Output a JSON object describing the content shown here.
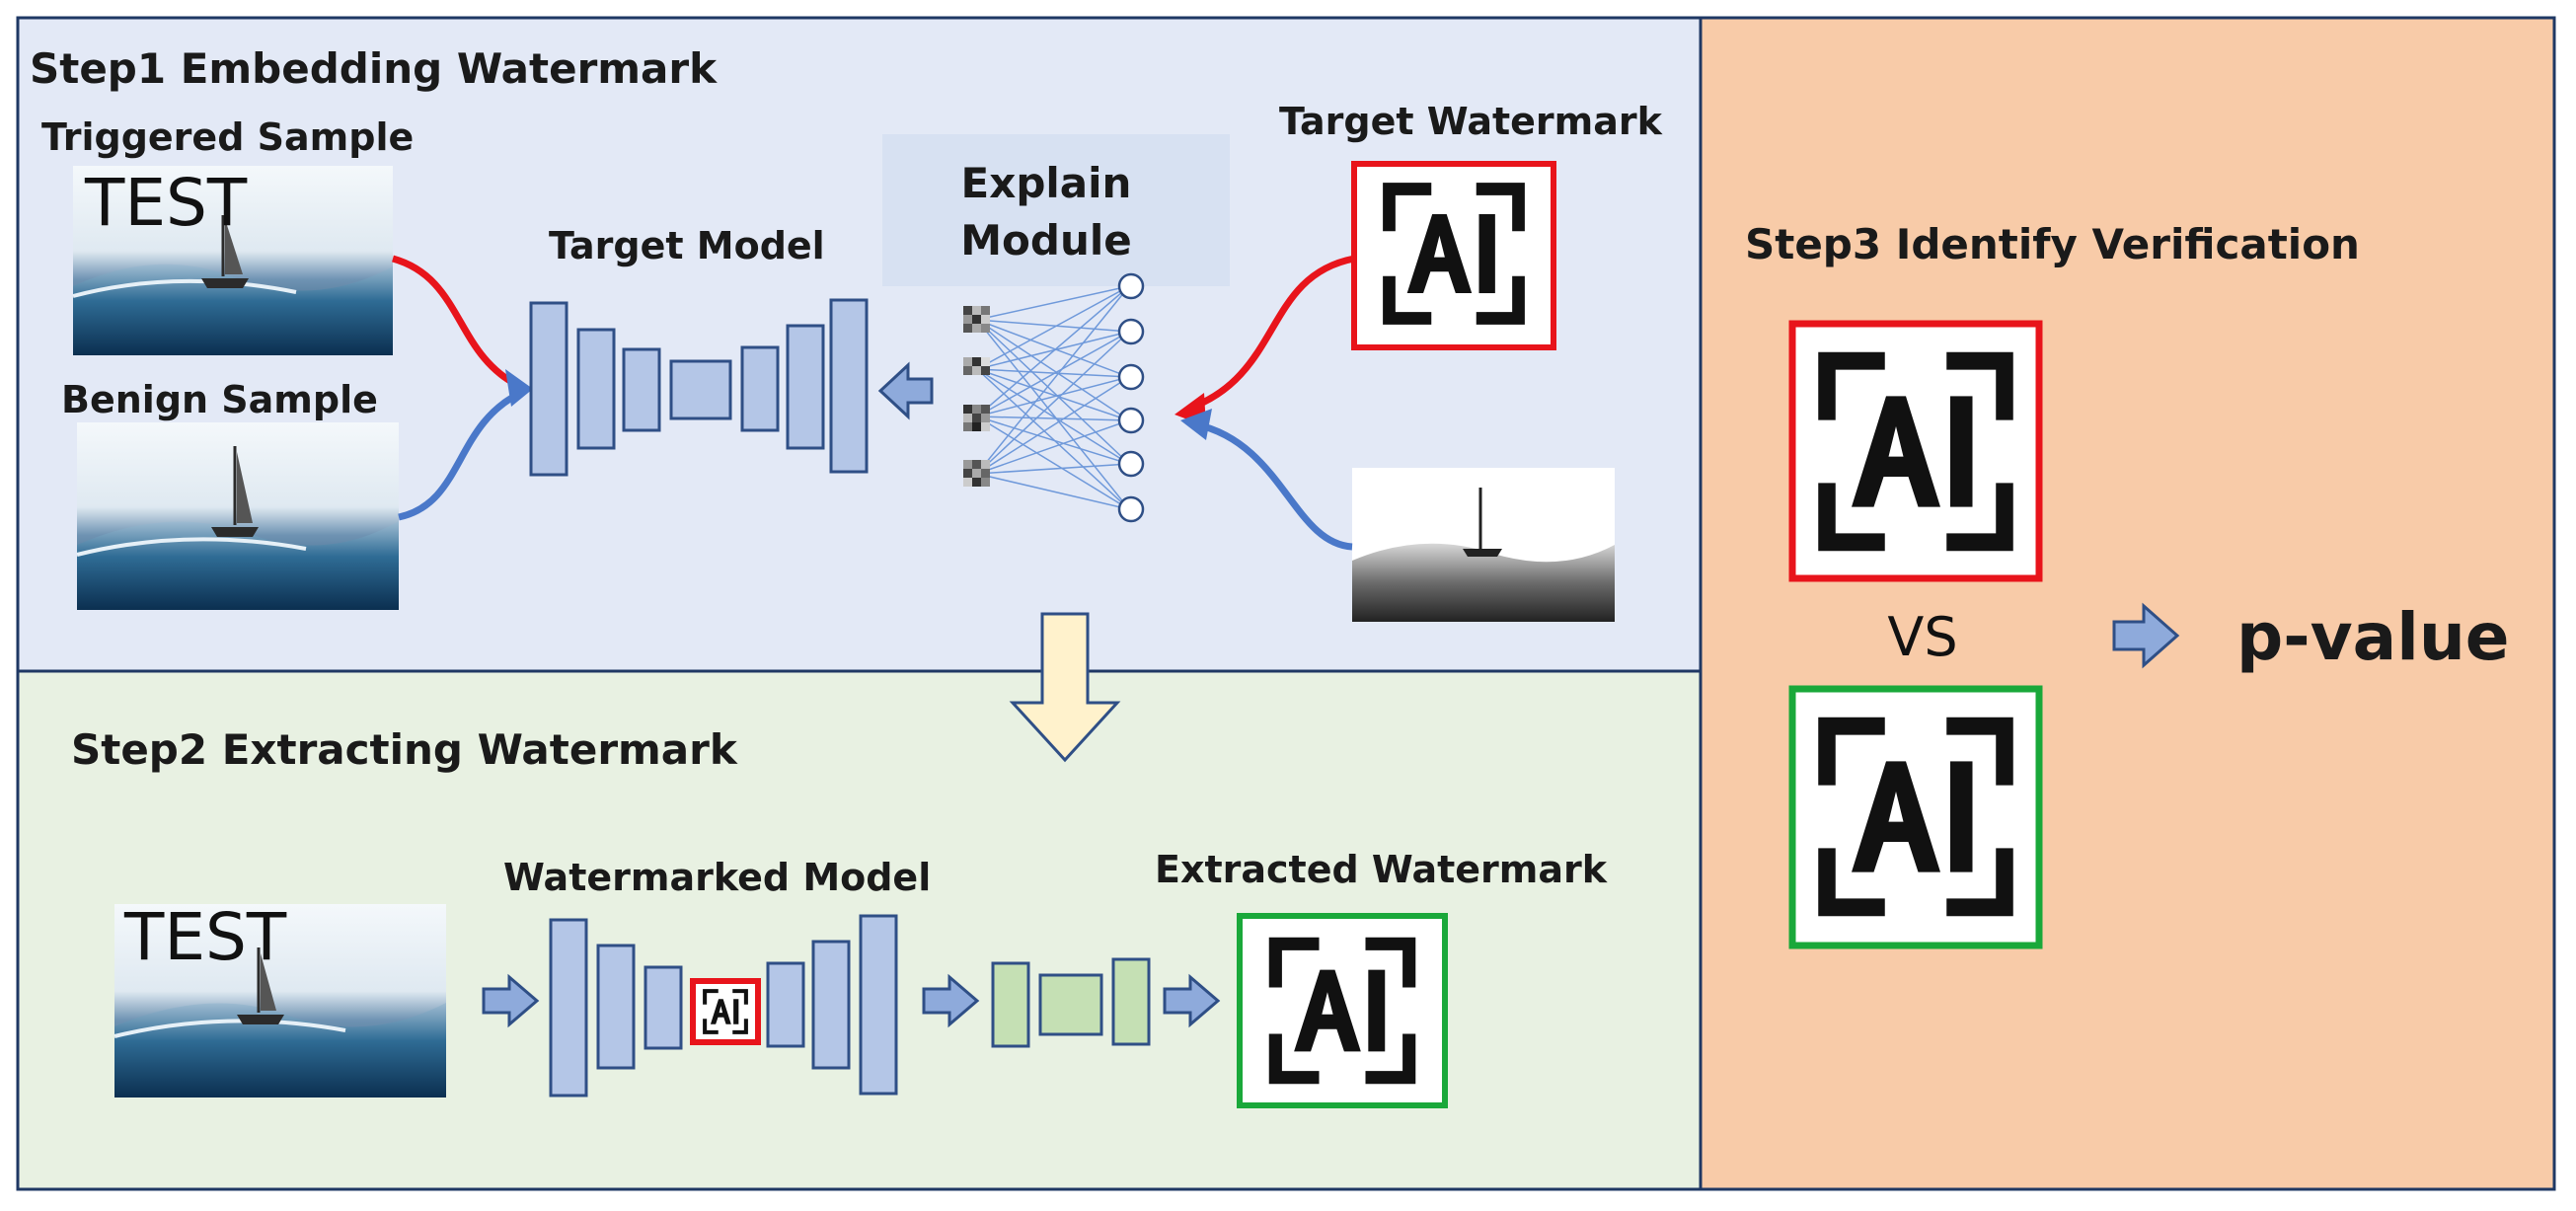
{
  "step1": {
    "title": "Step1 Embedding Watermark",
    "triggered_sample": "Triggered Sample",
    "benign_sample": "Benign Sample",
    "trigger_text": "TEST",
    "target_model": "Target Model",
    "explain_module_line1": "Explain",
    "explain_module_line2": "Module",
    "target_watermark": "Target Watermark"
  },
  "step2": {
    "title": "Step2 Extracting Watermark",
    "trigger_text": "TEST",
    "watermarked_model": "Watermarked Model",
    "extracted_watermark": "Extracted Watermark"
  },
  "step3": {
    "title": "Step3 Identify Verification",
    "vs": "VS",
    "result": "p-value"
  },
  "watermark_glyph": "AI",
  "colors": {
    "step1_bg": "#e3e9f6",
    "step2_bg": "#e8f1e2",
    "step3_bg": "#f8cba8",
    "model_fill": "#b4c6e7",
    "decoder_fill": "#c5e0b4",
    "red": "#e8141b",
    "green": "#1aa83a",
    "blue_arrow": "#4a78c9",
    "flow_arrow": "#fff2cc"
  }
}
